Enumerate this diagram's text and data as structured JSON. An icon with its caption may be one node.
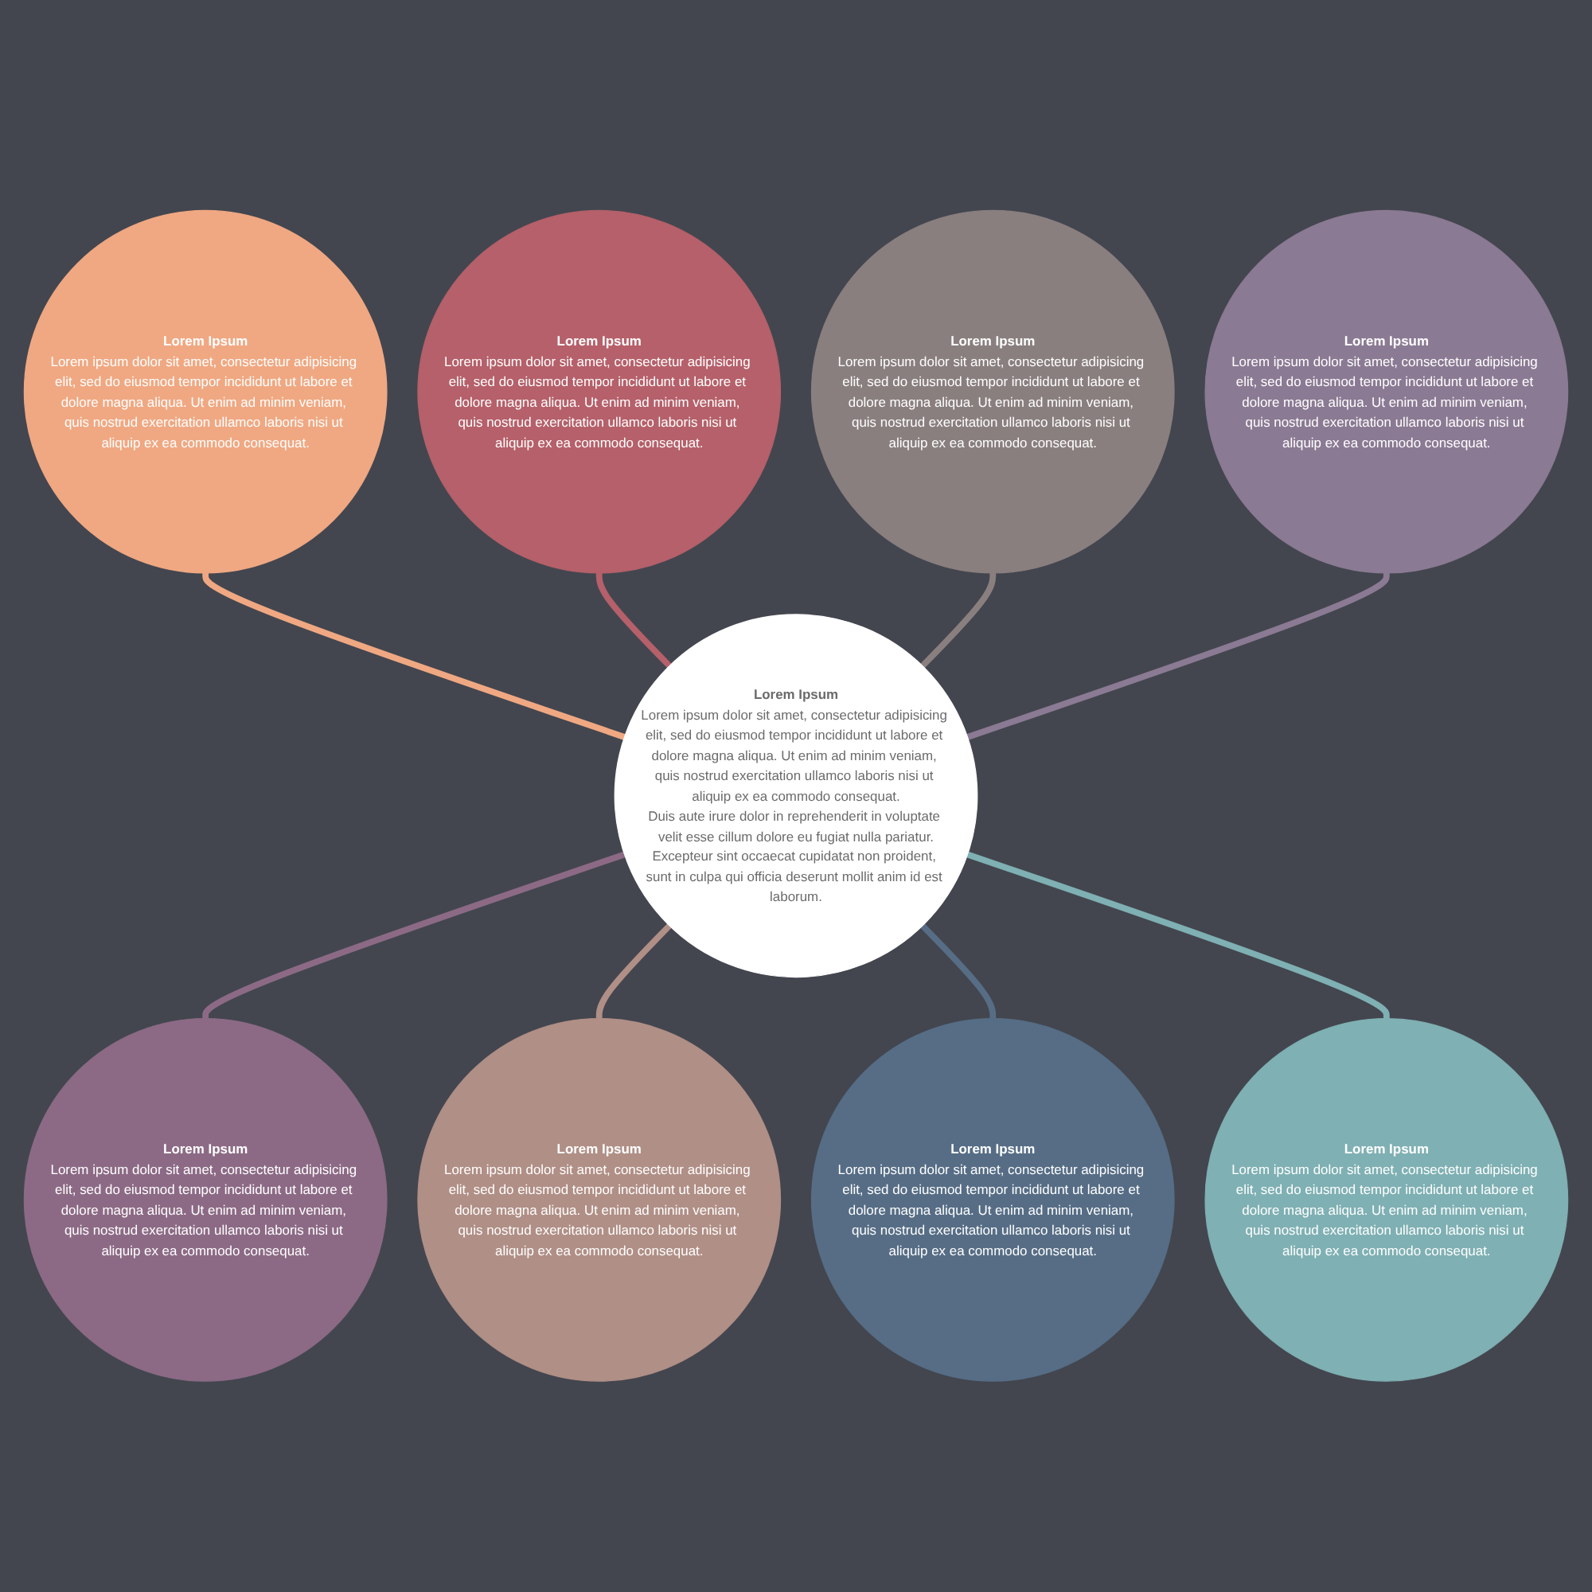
{
  "diagram": {
    "nodes": [
      {
        "text": [
          "Lorem Ipsum",
          "Lorem ipsum dolor sit amet, consectetur adipisicing elit, sed do eiusmod tempor incididunt ut labore et dolore magna aliqua. Ut enim ad minim veniam, quis nostrud exercitation ullamco laboris nisi ut aliquip ex ea commodo consequat.",
          "Duis aute irure dolor in reprehenderit in voluptate velit esse cillum dolore eu fugiat nulla pariatur.",
          "Excepteur sint occaecat cupidatat non proident, sunt in culpa qui officia deserunt mollit anim id est laborum."
        ]
      },
      {
        "text": [
          "Lorem Ipsum",
          "Lorem ipsum dolor sit amet, consectetur adipisicing elit, sed do eiusmod tempor incididunt ut labore et dolore magna aliqua. Ut enim ad minim veniam, quis nostrud exercitation ullamco laboris nisi ut aliquip ex ea commodo consequat."
        ]
      },
      {
        "text": [
          "Lorem Ipsum",
          "Lorem ipsum dolor sit amet, consectetur adipisicing elit, sed do eiusmod tempor incididunt ut labore et dolore magna aliqua. Ut enim ad minim veniam, quis nostrud exercitation ullamco laboris nisi ut aliquip ex ea commodo consequat."
        ]
      },
      {
        "text": [
          "Lorem Ipsum",
          "Lorem ipsum dolor sit amet, consectetur adipisicing elit, sed do eiusmod tempor incididunt ut labore et dolore magna aliqua. Ut enim ad minim veniam, quis nostrud exercitation ullamco laboris nisi ut aliquip ex ea commodo consequat."
        ]
      },
      {
        "text": [
          "Lorem Ipsum",
          "Lorem ipsum dolor sit amet, consectetur adipisicing elit, sed do eiusmod tempor incididunt ut labore et dolore magna aliqua. Ut enim ad minim veniam, quis nostrud exercitation ullamco laboris nisi ut aliquip ex ea commodo consequat."
        ]
      },
      {
        "text": [
          "Lorem Ipsum",
          "Lorem ipsum dolor sit amet, consectetur adipisicing elit, sed do eiusmod tempor incididunt ut labore et dolore magna aliqua. Ut enim ad minim veniam, quis nostrud exercitation ullamco laboris nisi ut aliquip ex ea commodo consequat."
        ]
      },
      {
        "text": [
          "Lorem Ipsum",
          "Lorem ipsum dolor sit amet, consectetur adipisicing elit, sed do eiusmod tempor incididunt ut labore et dolore magna aliqua. Ut enim ad minim veniam, quis nostrud exercitation ullamco laboris nisi ut aliquip ex ea commodo consequat."
        ]
      },
      {
        "text": [
          "Lorem Ipsum",
          "Lorem ipsum dolor sit amet, consectetur adipisicing elit, sed do eiusmod tempor incididunt ut labore et dolore magna aliqua. Ut enim ad minim veniam, quis nostrud exercitation ullamco laboris nisi ut aliquip ex ea commodo consequat."
        ]
      },
      {
        "text": [
          "Lorem Ipsum",
          "Lorem ipsum dolor sit amet, consectetur adipisicing elit, sed do eiusmod tempor incididunt ut labore et dolore magna aliqua. Ut enim ad minim veniam, quis nostrud exercitation ullamco laboris nisi ut aliquip ex ea commodo consequat."
        ]
      }
    ],
    "edges": [
      {
        "from": 1,
        "to": 0,
        "arrow": "none",
        "color": "#f0a882"
      },
      {
        "from": 2,
        "to": 0,
        "arrow": "none",
        "color": "#b5606a"
      },
      {
        "from": 0,
        "to": 3,
        "arrow": "none",
        "color": "#8c6a85"
      },
      {
        "from": 0,
        "to": 4,
        "arrow": "none",
        "color": "#b08f86"
      },
      {
        "from": 0,
        "to": 5,
        "arrow": "none",
        "color": "#566d85"
      },
      {
        "from": 0,
        "to": 6,
        "arrow": "none",
        "color": "#7fb0b3"
      },
      {
        "from": 7,
        "to": 0,
        "arrow": "none",
        "color": "#8a7f7f"
      },
      {
        "from": 8,
        "to": 0,
        "arrow": "none",
        "color": "#8b7a93"
      }
    ]
  }
}
